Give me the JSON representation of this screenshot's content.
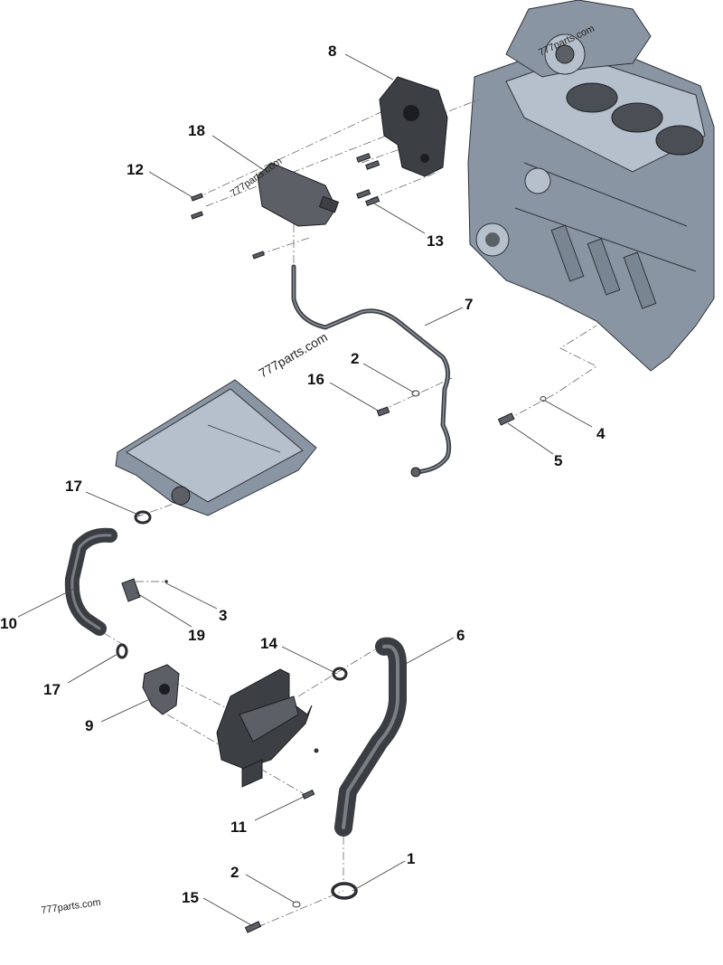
{
  "watermarks": {
    "mid": "777parts.com",
    "bottom": "777parts.com",
    "part18": "777parts.com",
    "block": "777parts.com"
  },
  "callouts": {
    "c1": "1",
    "c2a": "2",
    "c2b": "2",
    "c3": "3",
    "c4": "4",
    "c5": "5",
    "c6": "6",
    "c7": "7",
    "c8": "8",
    "c9": "9",
    "c10": "10",
    "c11": "11",
    "c12": "12",
    "c13": "13",
    "c14": "14",
    "c15": "15",
    "c16": "16",
    "c17a": "17",
    "c17b": "17",
    "c18": "18",
    "c19": "19"
  },
  "colors": {
    "engine_block": "#8a95a3",
    "dark_parts": "#3c3f44",
    "background": "#ffffff"
  }
}
